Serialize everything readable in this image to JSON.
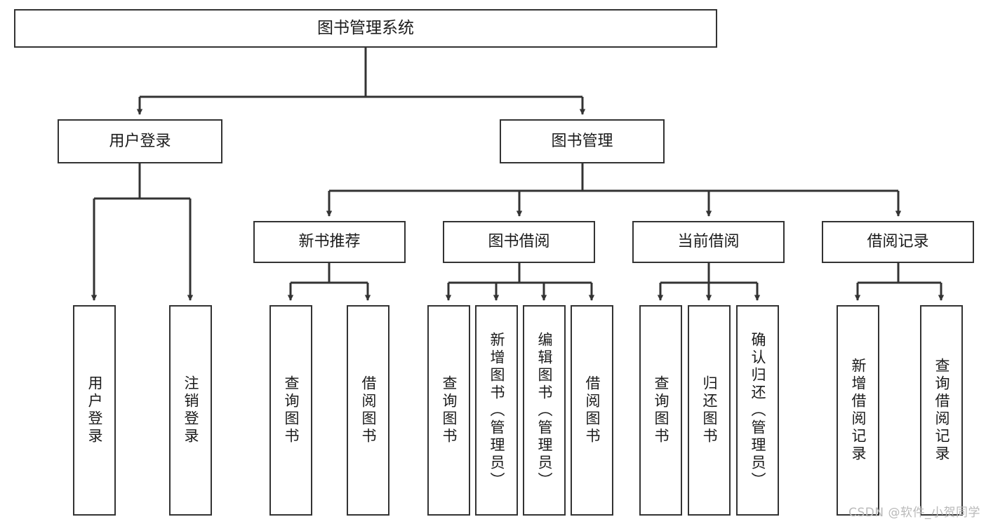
{
  "diagram": {
    "title": "图书管理系统",
    "watermark": "CSDN @软件_小贺同学",
    "type": "tree-hierarchy-diagram",
    "colors": {
      "box_border": "#333333",
      "box_fill": "#ffffff",
      "edge": "#333333",
      "text": "#1b1b1b",
      "watermark": "#b9b9b9",
      "background": "#ffffff"
    },
    "levels": {
      "root": [
        "图书管理系统"
      ],
      "level2": [
        "用户登录",
        "图书管理"
      ],
      "level3": [
        "新书推荐",
        "图书借阅",
        "当前借阅",
        "借阅记录"
      ],
      "leaves": [
        "用户登录",
        "注销登录",
        "查询图书",
        "借阅图书",
        "查询图书",
        "新增图书（管理员）",
        "编辑图书（管理员）",
        "借阅图书",
        "查询图书",
        "归还图书",
        "确认归还（管理员）",
        "新增借阅记录",
        "查询借阅记录"
      ]
    },
    "nodes": {
      "root": {
        "label": "图书管理系统"
      },
      "user_login": {
        "label": "用户登录"
      },
      "book_mgmt": {
        "label": "图书管理"
      },
      "new_book_rec": {
        "label": "新书推荐"
      },
      "book_borrow": {
        "label": "图书借阅"
      },
      "current_borrow": {
        "label": "当前借阅"
      },
      "borrow_record": {
        "label": "借阅记录"
      },
      "leaf_user_login": {
        "label": "用户登录"
      },
      "leaf_user_logout": {
        "label": "注销登录"
      },
      "leaf_query_book_1": {
        "label": "查询图书"
      },
      "leaf_borrow_book_1": {
        "label": "借阅图书"
      },
      "leaf_query_book_2": {
        "label": "查询图书"
      },
      "leaf_add_book_admin": {
        "label": "新增图书（管理员）"
      },
      "leaf_edit_book_admin": {
        "label": "编辑图书（管理员）"
      },
      "leaf_borrow_book_2": {
        "label": "借阅图书"
      },
      "leaf_query_book_3": {
        "label": "查询图书"
      },
      "leaf_return_book": {
        "label": "归还图书"
      },
      "leaf_confirm_return_admin": {
        "label": "确认归还（管理员）"
      },
      "leaf_add_borrow_record": {
        "label": "新增借阅记录"
      },
      "leaf_query_borrow_record": {
        "label": "查询借阅记录"
      }
    }
  }
}
